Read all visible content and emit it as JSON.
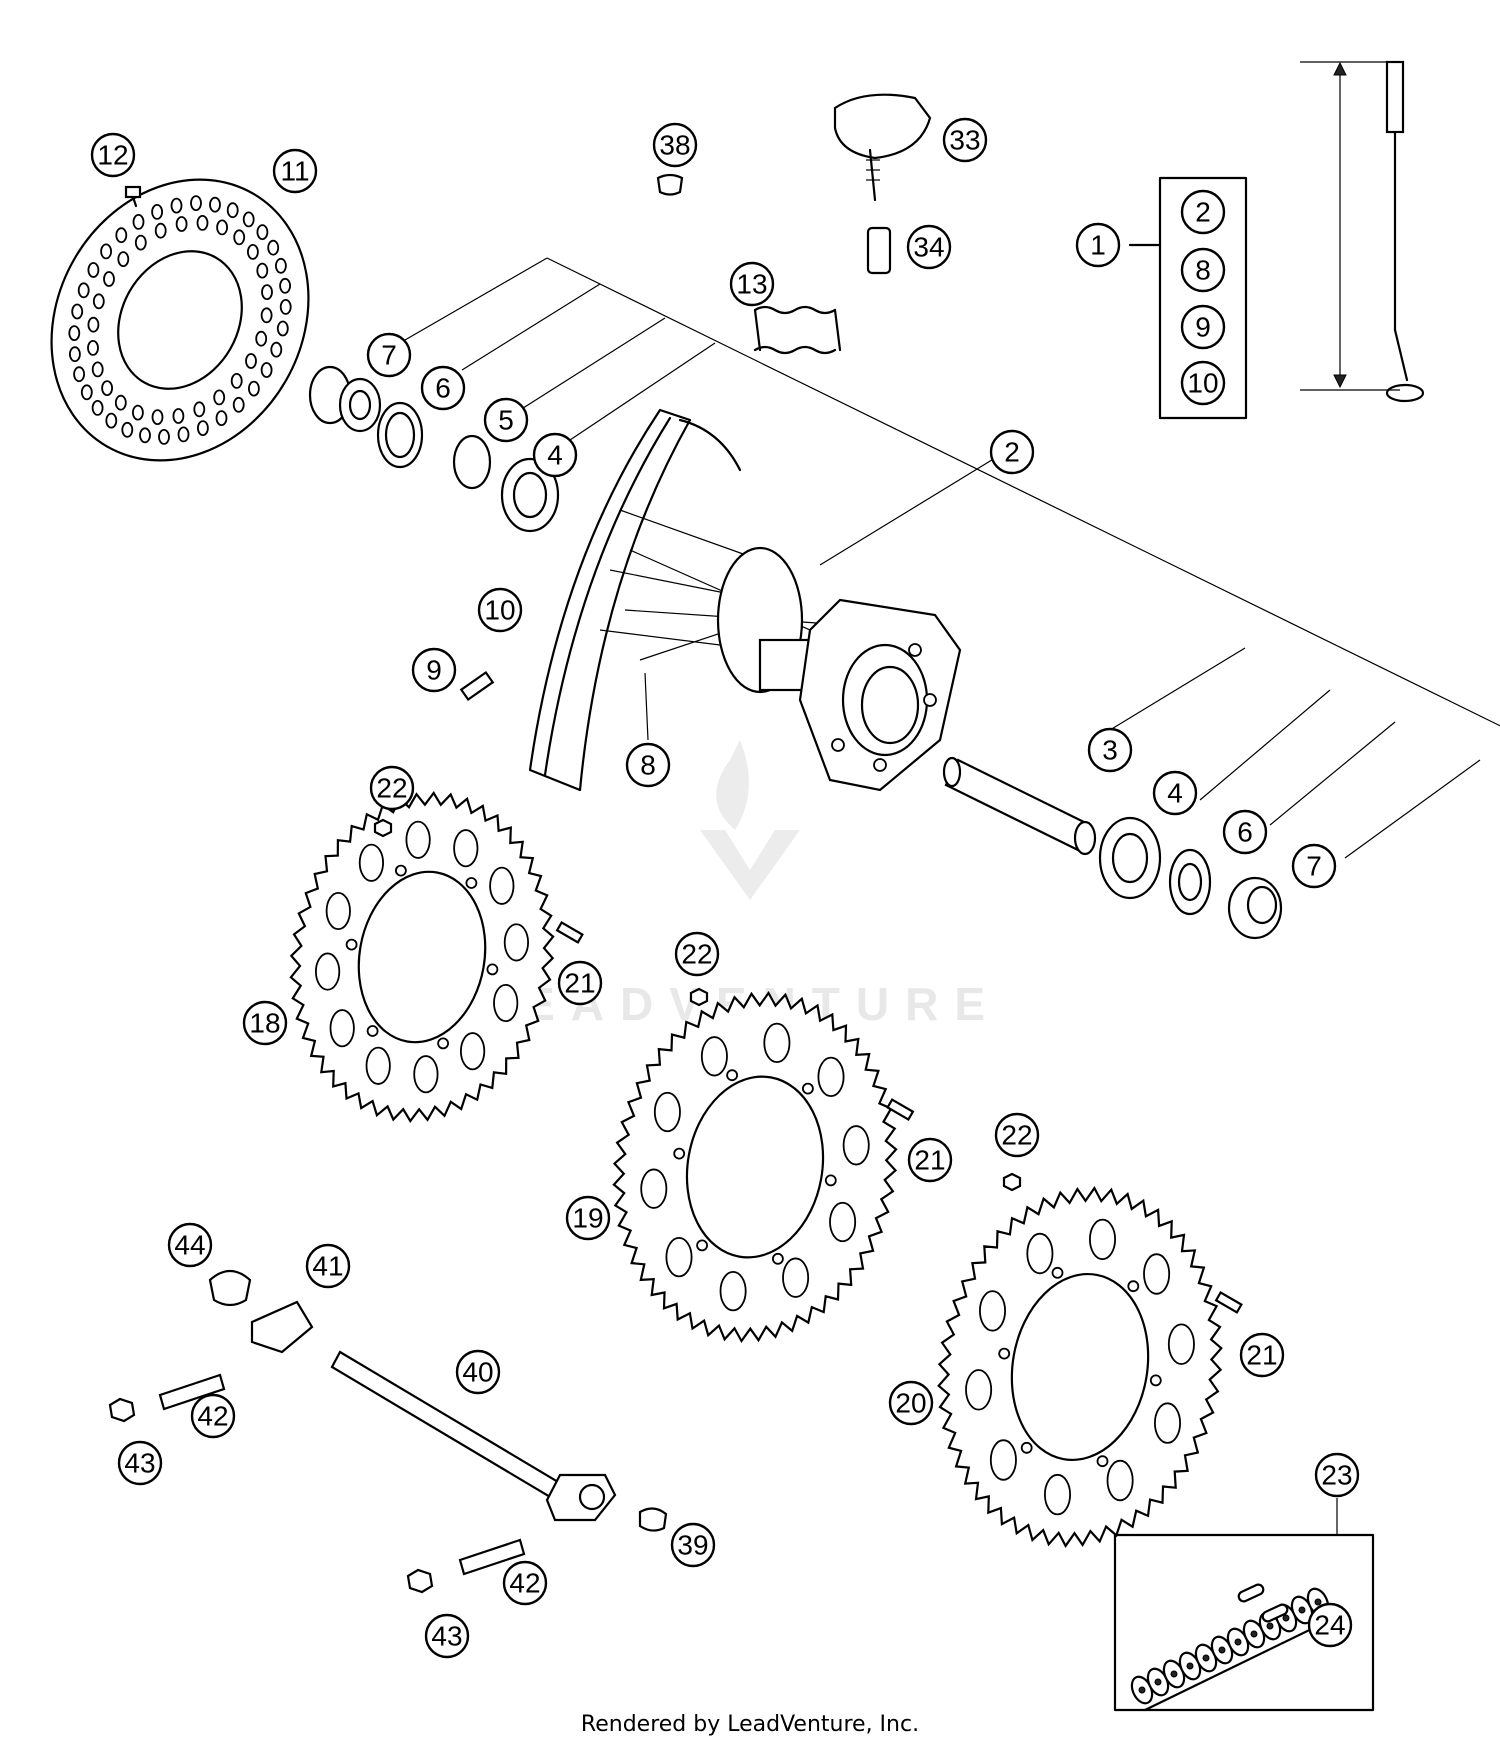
{
  "diagram": {
    "footer": "Rendered by LeadVenture, Inc.",
    "watermark": "LEADVENTURE",
    "kit_group": {
      "label": "1",
      "members": [
        "2",
        "8",
        "9",
        "10"
      ]
    },
    "callouts": {
      "c12": "12",
      "c11": "11",
      "c38": "38",
      "c33": "33",
      "c34": "34",
      "c13": "13",
      "c7a": "7",
      "c6a": "6",
      "c5": "5",
      "c4a": "4",
      "c2": "2",
      "c10": "10",
      "c9": "9",
      "c8": "8",
      "c3": "3",
      "c4b": "4",
      "c6b": "6",
      "c7b": "7",
      "c22a": "22",
      "c21a": "21",
      "c18": "18",
      "c22b": "22",
      "c21b": "21",
      "c19": "19",
      "c22c": "22",
      "c21c": "21",
      "c20": "20",
      "c44": "44",
      "c41": "41",
      "c40": "40",
      "c42a": "42",
      "c43a": "43",
      "c39": "39",
      "c42b": "42",
      "c43b": "43",
      "c23": "23",
      "c24": "24"
    }
  }
}
